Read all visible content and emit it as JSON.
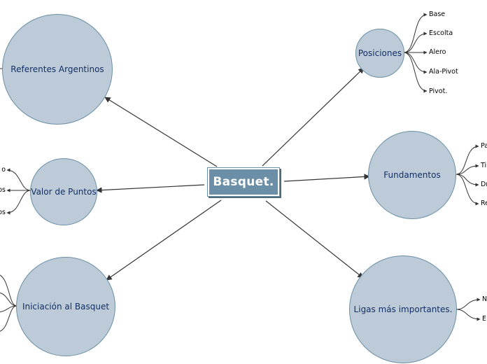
{
  "central": {
    "label": "Basquet."
  },
  "topics": {
    "referentes": {
      "label": "Referentes Argentinos"
    },
    "posiciones": {
      "label": "Posiciones",
      "children": [
        "Base",
        "Escolta",
        "Alero",
        "Ala-Pivot",
        "Pivot."
      ]
    },
    "valor": {
      "label": "Valor de Puntos",
      "children": [
        "o",
        "os",
        "os"
      ]
    },
    "fundamentos": {
      "label": "Fundamentos",
      "children": [
        "Pa",
        "Ti",
        "Dr",
        "Re"
      ]
    },
    "iniciacion": {
      "label": "Iniciación al Basquet"
    },
    "ligas": {
      "label": "Ligas más importantes.",
      "children": [
        "N",
        "E"
      ]
    }
  },
  "colors": {
    "node_fill": "#bccbd7",
    "node_border": "#6a8fa6",
    "central_fill": "#6a8fa6",
    "node_text": "#152f66",
    "connector": "#333333"
  }
}
